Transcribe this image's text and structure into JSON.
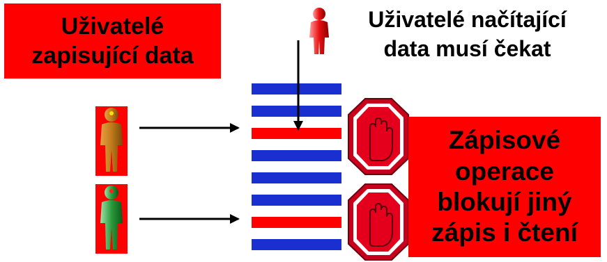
{
  "labels": {
    "writers": "Uživatelé\nzapisující data",
    "readers": "Uživatelé načítající\ndata musí čekat",
    "operations": "Zápisové\noperace\nblokují jiný\nzápis i čtení"
  },
  "colors": {
    "label_box": "#ff0000",
    "stripe_blue": "#1a2fd0",
    "stripe_red": "#ff0000",
    "reader_person": "#e81010",
    "writer1_person": "#c07a1c",
    "writer2_person": "#2a9a3c",
    "stop_sign": "#c8001c"
  },
  "stripes": [
    "blue",
    "blue",
    "red",
    "blue",
    "blue",
    "blue",
    "red",
    "blue"
  ],
  "icons": [
    "person-reader-icon",
    "person-writer-icon",
    "person-writer-icon",
    "stop-hand-icon",
    "stop-hand-icon",
    "arrow-icon"
  ]
}
